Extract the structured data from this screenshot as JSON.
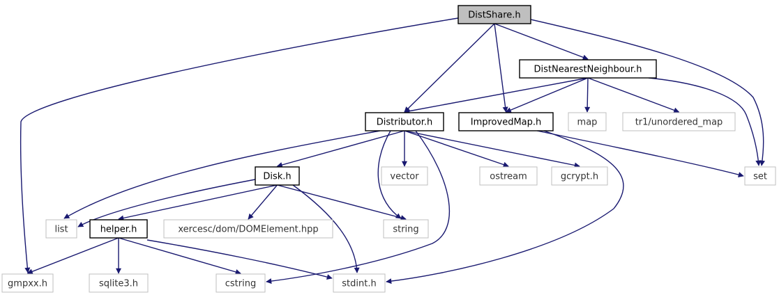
{
  "graph": {
    "colors": {
      "edge": "#191970",
      "root_fill": "#bfbfbf",
      "local_border": "#000000",
      "external_border": "#bfbfbf",
      "background": "#ffffff"
    },
    "nodes": [
      {
        "id": "distshare",
        "label": "DistShare.h",
        "kind": "root",
        "icon": "file-node"
      },
      {
        "id": "distnearest",
        "label": "DistNearestNeighbour.h",
        "kind": "local",
        "icon": "file-node"
      },
      {
        "id": "distributor",
        "label": "Distributor.h",
        "kind": "local",
        "icon": "file-node"
      },
      {
        "id": "improvedmap",
        "label": "ImprovedMap.h",
        "kind": "local",
        "icon": "file-node"
      },
      {
        "id": "map",
        "label": "map",
        "kind": "external",
        "icon": "file-node"
      },
      {
        "id": "unordered",
        "label": "tr1/unordered_map",
        "kind": "external",
        "icon": "file-node"
      },
      {
        "id": "set",
        "label": "set",
        "kind": "external",
        "icon": "file-node"
      },
      {
        "id": "disk",
        "label": "Disk.h",
        "kind": "local",
        "icon": "file-node"
      },
      {
        "id": "vector",
        "label": "vector",
        "kind": "external",
        "icon": "file-node"
      },
      {
        "id": "ostream",
        "label": "ostream",
        "kind": "external",
        "icon": "file-node"
      },
      {
        "id": "gcrypt",
        "label": "gcrypt.h",
        "kind": "external",
        "icon": "file-node"
      },
      {
        "id": "list",
        "label": "list",
        "kind": "external",
        "icon": "file-node"
      },
      {
        "id": "helper",
        "label": "helper.h",
        "kind": "local",
        "icon": "file-node"
      },
      {
        "id": "xerces",
        "label": "xercesc/dom/DOMElement.hpp",
        "kind": "external",
        "icon": "file-node"
      },
      {
        "id": "string",
        "label": "string",
        "kind": "external",
        "icon": "file-node"
      },
      {
        "id": "gmpxx",
        "label": "gmpxx.h",
        "kind": "external",
        "icon": "file-node"
      },
      {
        "id": "sqlite3",
        "label": "sqlite3.h",
        "kind": "external",
        "icon": "file-node"
      },
      {
        "id": "cstring",
        "label": "cstring",
        "kind": "external",
        "icon": "file-node"
      },
      {
        "id": "stdint",
        "label": "stdint.h",
        "kind": "external",
        "icon": "file-node"
      }
    ],
    "edges": [
      [
        "distshare",
        "distnearest"
      ],
      [
        "distshare",
        "distributor"
      ],
      [
        "distshare",
        "improvedmap"
      ],
      [
        "distshare",
        "set"
      ],
      [
        "distshare",
        "gmpxx"
      ],
      [
        "distnearest",
        "distributor"
      ],
      [
        "distnearest",
        "improvedmap"
      ],
      [
        "distnearest",
        "map"
      ],
      [
        "distnearest",
        "unordered"
      ],
      [
        "distnearest",
        "set"
      ],
      [
        "distributor",
        "disk"
      ],
      [
        "distributor",
        "vector"
      ],
      [
        "distributor",
        "ostream"
      ],
      [
        "distributor",
        "gcrypt"
      ],
      [
        "distributor",
        "list"
      ],
      [
        "distributor",
        "string"
      ],
      [
        "distributor",
        "cstring"
      ],
      [
        "improvedmap",
        "set"
      ],
      [
        "improvedmap",
        "stdint"
      ],
      [
        "disk",
        "list"
      ],
      [
        "disk",
        "helper"
      ],
      [
        "disk",
        "xerces"
      ],
      [
        "disk",
        "string"
      ],
      [
        "disk",
        "stdint"
      ],
      [
        "helper",
        "gmpxx"
      ],
      [
        "helper",
        "sqlite3"
      ],
      [
        "helper",
        "cstring"
      ],
      [
        "helper",
        "stdint"
      ]
    ]
  }
}
